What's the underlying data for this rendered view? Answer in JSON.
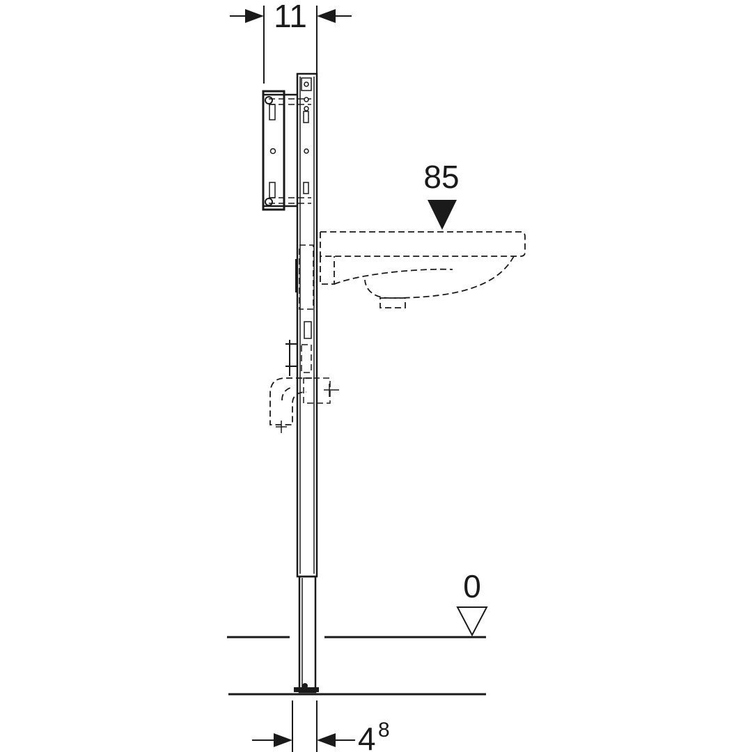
{
  "dimensions": {
    "top_width": "11",
    "basin_height": "85",
    "floor_level": "0",
    "bottom_width_base": "4",
    "bottom_width_sup": "8"
  },
  "colors": {
    "ink": "#1a1a1a",
    "background": "#ffffff"
  }
}
